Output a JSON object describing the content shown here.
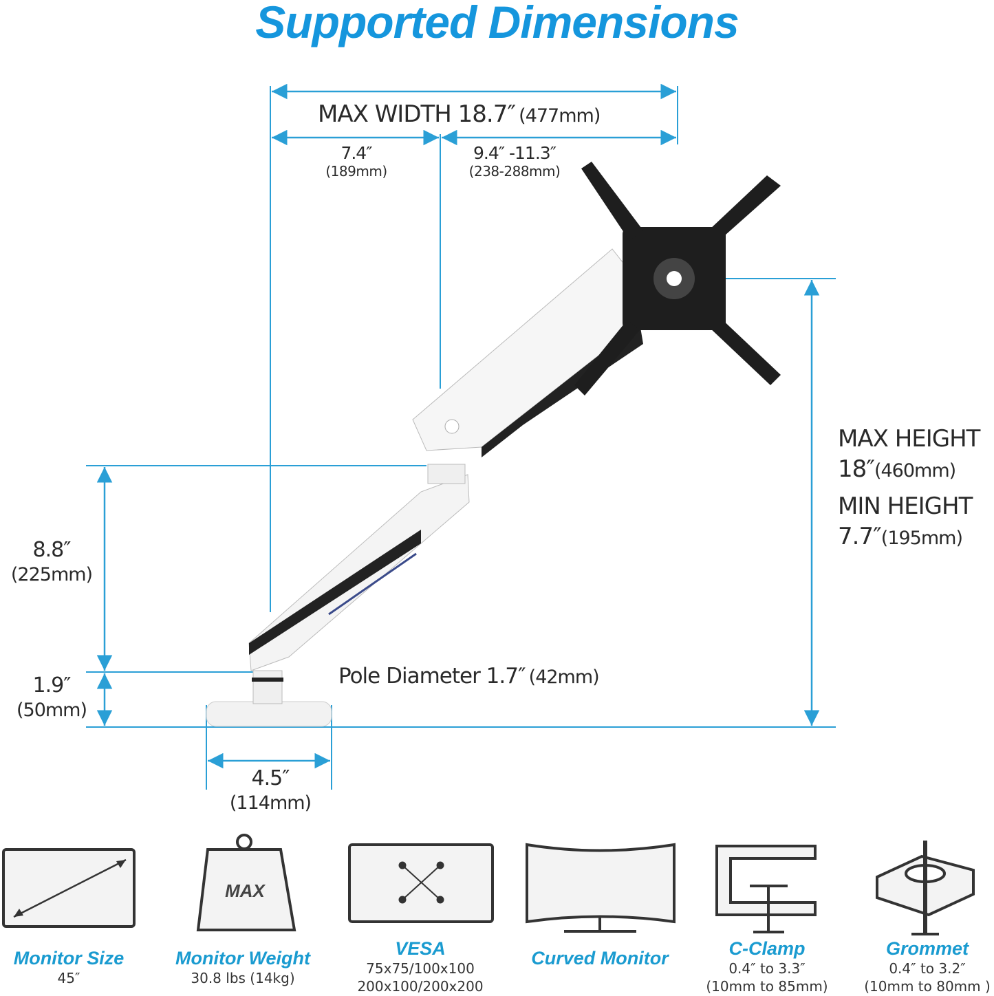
{
  "title": "Supported Dimensions",
  "colors": {
    "accent": "#1596dd",
    "dimension_line": "#2a9fd6",
    "label": "#1a9bd0"
  },
  "dimensions": {
    "max_width": {
      "value": "MAX WIDTH 18.7″",
      "metric": "(477mm)"
    },
    "inner_width": {
      "value": "7.4″",
      "metric": "(189mm)"
    },
    "outer_width": {
      "value": "9.4″ -11.3″",
      "metric": "(238-288mm)"
    },
    "max_height": {
      "label": "MAX HEIGHT",
      "value": "18″",
      "metric": "(460mm)"
    },
    "min_height": {
      "label": "MIN HEIGHT",
      "value": "7.7″",
      "metric": "(195mm)"
    },
    "arm_height": {
      "value": "8.8″",
      "metric": "(225mm)"
    },
    "base_height": {
      "value": "1.9″",
      "metric": "(50mm)"
    },
    "pole": {
      "value": "Pole Diameter 1.7″",
      "metric": "(42mm)"
    },
    "base_width": {
      "value": "4.5″",
      "metric": "(114mm)"
    }
  },
  "features": [
    {
      "icon": "monitor-size-icon",
      "label": "Monitor Size",
      "lines": [
        "45″"
      ]
    },
    {
      "icon": "weight-icon",
      "label": "Monitor Weight",
      "lines": [
        "30.8 lbs (14kg)"
      ],
      "icon_text": "MAX"
    },
    {
      "icon": "vesa-icon",
      "label": "VESA",
      "lines": [
        "75x75/100x100",
        "200x100/200x200"
      ]
    },
    {
      "icon": "curved-monitor-icon",
      "label": "Curved Monitor",
      "lines": []
    },
    {
      "icon": "c-clamp-icon",
      "label": "C-Clamp",
      "lines": [
        "0.4″ to 3.3″",
        "(10mm to 85mm)"
      ]
    },
    {
      "icon": "grommet-icon",
      "label": "Grommet",
      "lines": [
        "0.4″ to 3.2″",
        "(10mm to 80mm )"
      ]
    }
  ]
}
